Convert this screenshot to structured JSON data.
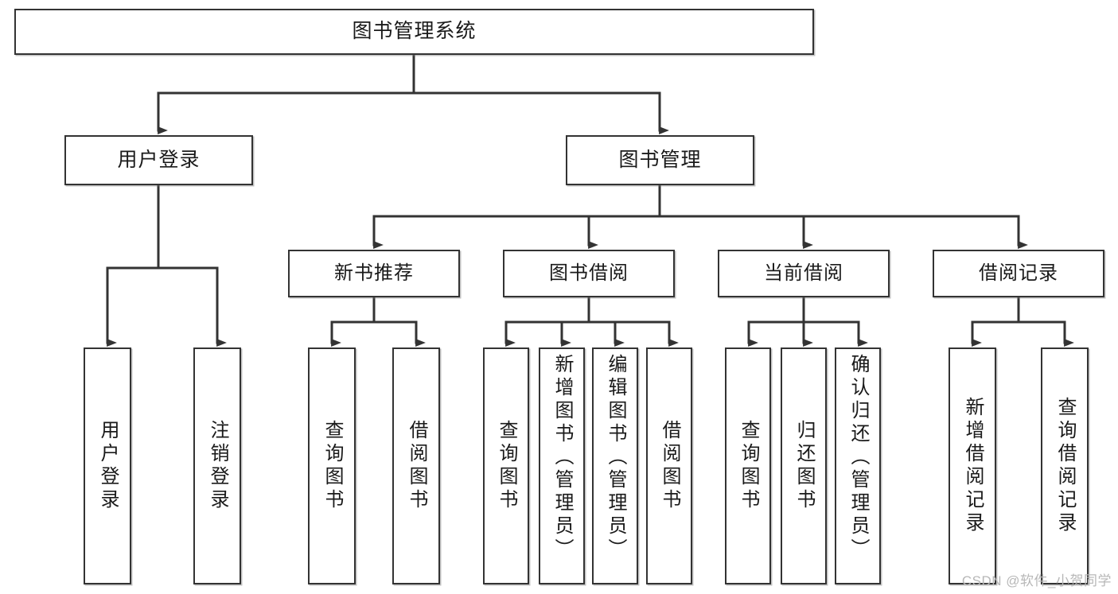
{
  "diagram": {
    "title": "图书管理系统",
    "type": "tree-hierarchy-chart",
    "colors": {
      "background": "#ffffff",
      "border": "#333333",
      "text": "#1a1a1a",
      "edge": "#333333",
      "watermark": "#b7b7b7"
    },
    "watermark": "CSDN @软件_小贺同学",
    "root": {
      "label": "图书管理系统"
    },
    "level2": [
      {
        "label": "用户登录"
      },
      {
        "label": "图书管理"
      }
    ],
    "level3": [
      {
        "label": "新书推荐"
      },
      {
        "label": "图书借阅"
      },
      {
        "label": "当前借阅"
      },
      {
        "label": "借阅记录"
      }
    ],
    "leaves": [
      {
        "label": "用户登录",
        "parent": "用户登录"
      },
      {
        "label": "注销登录",
        "parent": "用户登录"
      },
      {
        "label": "查询图书",
        "parent": "新书推荐"
      },
      {
        "label": "借阅图书",
        "parent": "新书推荐"
      },
      {
        "label": "查询图书",
        "parent": "图书借阅"
      },
      {
        "label": "新增图书（管理员）",
        "parent": "图书借阅"
      },
      {
        "label": "编辑图书（管理员）",
        "parent": "图书借阅"
      },
      {
        "label": "借阅图书",
        "parent": "图书借阅"
      },
      {
        "label": "查询图书",
        "parent": "当前借阅"
      },
      {
        "label": "归还图书",
        "parent": "当前借阅"
      },
      {
        "label": "确认归还（管理员）",
        "parent": "当前借阅"
      },
      {
        "label": "新增借阅记录",
        "parent": "借阅记录"
      },
      {
        "label": "查询借阅记录",
        "parent": "借阅记录"
      }
    ]
  }
}
